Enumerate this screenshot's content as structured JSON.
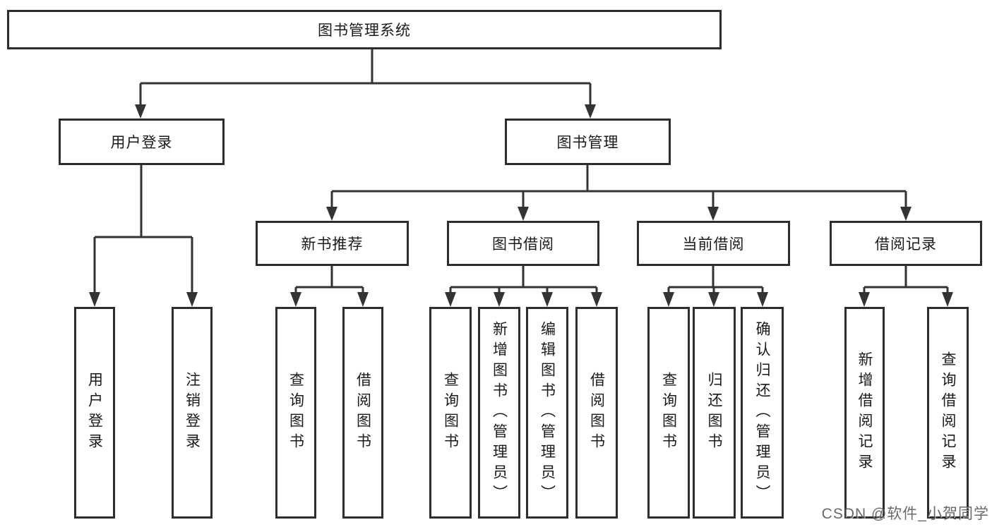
{
  "diagram_type": "functional-structure-tree",
  "colors": {
    "line": "#333333",
    "box_border": "#2d2d2d",
    "box_fill": "#ffffff",
    "text": "#1a1a1a",
    "watermark": "#4f4f4f",
    "background": "#ffffff"
  },
  "tree": {
    "label": "图书管理系统",
    "children": [
      {
        "label": "用户登录",
        "children": [
          {
            "label": "用户登录"
          },
          {
            "label": "注销登录"
          }
        ]
      },
      {
        "label": "图书管理",
        "children": [
          {
            "label": "新书推荐",
            "children": [
              {
                "label": "查询图书"
              },
              {
                "label": "借阅图书"
              }
            ]
          },
          {
            "label": "图书借阅",
            "children": [
              {
                "label": "查询图书"
              },
              {
                "label": "新增图书（管理员）"
              },
              {
                "label": "编辑图书（管理员）"
              },
              {
                "label": "借阅图书"
              }
            ]
          },
          {
            "label": "当前借阅",
            "children": [
              {
                "label": "查询图书"
              },
              {
                "label": "归还图书"
              },
              {
                "label": "确认归还（管理员）"
              }
            ]
          },
          {
            "label": "借阅记录",
            "children": [
              {
                "label": "新增借阅记录"
              },
              {
                "label": "查询借阅记录"
              }
            ]
          }
        ]
      }
    ]
  },
  "watermark": {
    "text": "CSDN @软件_小贺同学"
  }
}
